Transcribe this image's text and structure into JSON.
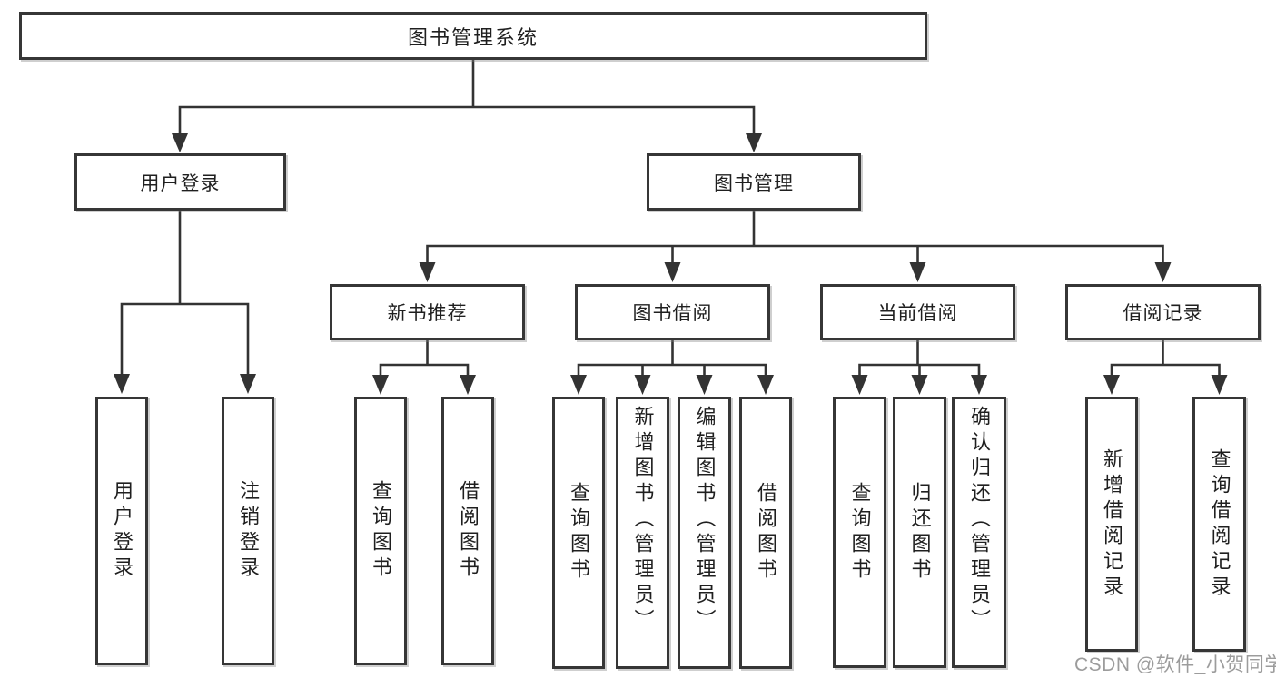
{
  "root": {
    "label": "图书管理系统"
  },
  "level2": [
    {
      "label": "用户登录"
    },
    {
      "label": "图书管理"
    }
  ],
  "level3": [
    {
      "label": "新书推荐"
    },
    {
      "label": "图书借阅"
    },
    {
      "label": "当前借阅"
    },
    {
      "label": "借阅记录"
    }
  ],
  "leaves": {
    "user_login": [
      "用户登录",
      "注销登录"
    ],
    "new_book_recommend": [
      "查询图书",
      "借阅图书"
    ],
    "book_borrow": [
      "查询图书",
      "新增图书（管理员）",
      "编辑图书（管理员）",
      "借阅图书"
    ],
    "current_borrow": [
      "查询图书",
      "归还图书",
      "确认归还（管理员）"
    ],
    "borrow_records": [
      "新增借阅记录",
      "查询借阅记录"
    ]
  },
  "watermark": "CSDN @软件_小贺同学",
  "colors": {
    "border": "#363636",
    "line": "#333333",
    "text": "#1f1f1f",
    "background": "#ffffff",
    "watermark": "#9c9c9c"
  }
}
